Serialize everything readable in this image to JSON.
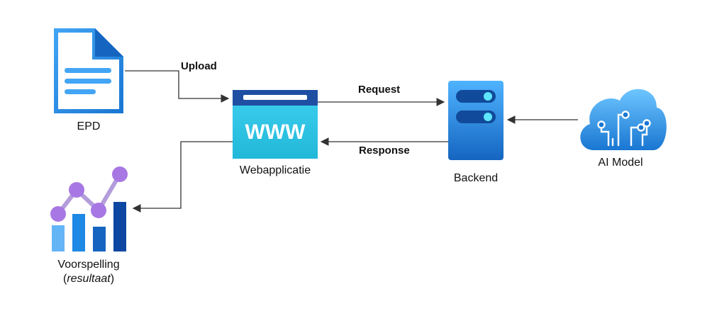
{
  "nodes": {
    "epd": {
      "label": "EPD",
      "icon": "document-icon"
    },
    "webapp": {
      "label": "Webapplicatie",
      "icon_text": "WWW",
      "icon": "browser-window-icon"
    },
    "backend": {
      "label": "Backend",
      "icon": "server-icon"
    },
    "ai_model": {
      "label": "AI Model",
      "icon": "cloud-circuit-icon"
    },
    "prediction": {
      "label": "Voorspelling",
      "sublabel": "resultaat",
      "icon": "bar-line-chart-icon"
    }
  },
  "edges": {
    "upload": {
      "label": "Upload"
    },
    "request": {
      "label": "Request"
    },
    "response": {
      "label": "Response"
    }
  },
  "colors": {
    "blue": "#1e88e5",
    "dark_blue": "#0d47a1",
    "cyan": "#29c5e6",
    "purple": "#a777e3",
    "line": "#333333"
  }
}
